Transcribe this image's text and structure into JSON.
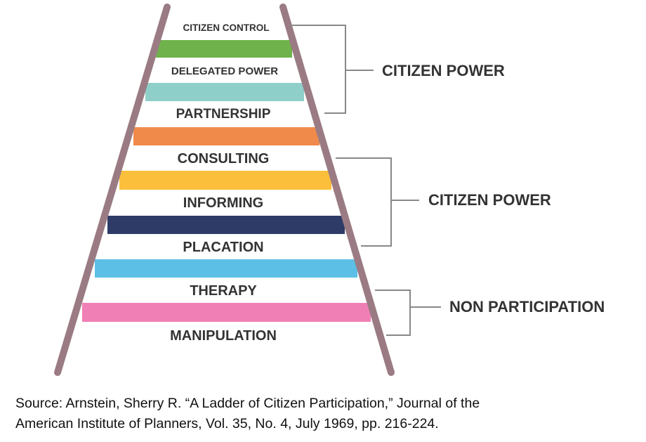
{
  "diagram": {
    "rungs": [
      {
        "label": "CITIZEN CONTROL",
        "band_color": "#6fb24c"
      },
      {
        "label": "DELEGATED POWER",
        "band_color": "#8fcfca"
      },
      {
        "label": "PARTNERSHIP",
        "band_color": "#f08a4b"
      },
      {
        "label": "CONSULTING",
        "band_color": "#fbbf3c"
      },
      {
        "label": "INFORMING",
        "band_color": "#2e3b66"
      },
      {
        "label": "PLACATION",
        "band_color": "#5cc0e6"
      },
      {
        "label": "THERAPY",
        "band_color": "#f07fb6"
      },
      {
        "label": "MANIPULATION",
        "band_color": null
      }
    ],
    "groups": [
      {
        "label": "CITIZEN POWER",
        "rungs": [
          "CITIZEN CONTROL",
          "DELEGATED POWER",
          "PARTNERSHIP"
        ]
      },
      {
        "label": "CITIZEN POWER",
        "rungs": [
          "CONSULTING",
          "INFORMING",
          "PLACATION"
        ]
      },
      {
        "label": "NON PARTICIPATION",
        "rungs": [
          "THERAPY",
          "MANIPULATION"
        ]
      }
    ],
    "rail_color": "#9b7b83",
    "bracket_color": "#888888"
  },
  "source": {
    "line1": "Source: Arnstein, Sherry R. “A Ladder of Citizen Participation,” Journal of the",
    "line2": "American Institute of Planners, Vol. 35, No. 4, July 1969, pp. 216-224."
  }
}
